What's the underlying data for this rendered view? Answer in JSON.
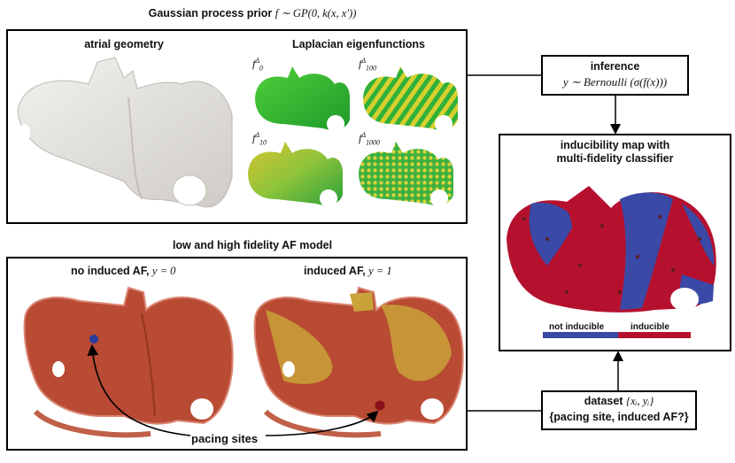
{
  "prior_title": {
    "text": "Gaussian process prior",
    "math": "f ∼ GP(0, k(x, x′))"
  },
  "prior_panel": {
    "geometry_label": "atrial geometry",
    "eigen_label": "Laplacian eigenfunctions",
    "eigen": [
      {
        "name": "f",
        "sup": "Δ",
        "sub": "0"
      },
      {
        "name": "f",
        "sup": "Δ",
        "sub": "100"
      },
      {
        "name": "f",
        "sup": "Δ",
        "sub": "10"
      },
      {
        "name": "f",
        "sup": "Δ",
        "sub": "1000"
      }
    ]
  },
  "model_title": "low and high fidelity AF model",
  "model_panel": {
    "left_label": "no induced AF,",
    "left_math": "y = 0",
    "right_label": "induced AF,",
    "right_math": "y = 1",
    "pacing_label": "pacing sites"
  },
  "inference_box": {
    "title": "inference",
    "formula": "y ∼ Bernoulli (σ(f(x)))"
  },
  "map_panel": {
    "title_line1": "inducibility map with",
    "title_line2": "multi-fidelity classifier",
    "legend_left": "not inducible",
    "legend_right": "inducible"
  },
  "dataset_box": {
    "title": "dataset",
    "math": "{xᵢ, yᵢ}",
    "line2": "{pacing site, induced AF?}"
  },
  "colors": {
    "not_inducible": "#3a49a6",
    "inducible": "#b5112e",
    "model_base": "#b94a33",
    "model_af": "#c9a23a",
    "geometry": "#e6e4df",
    "pacing_dot_left": "#2a3c9c",
    "pacing_dot_right": "#8a0f1a"
  }
}
